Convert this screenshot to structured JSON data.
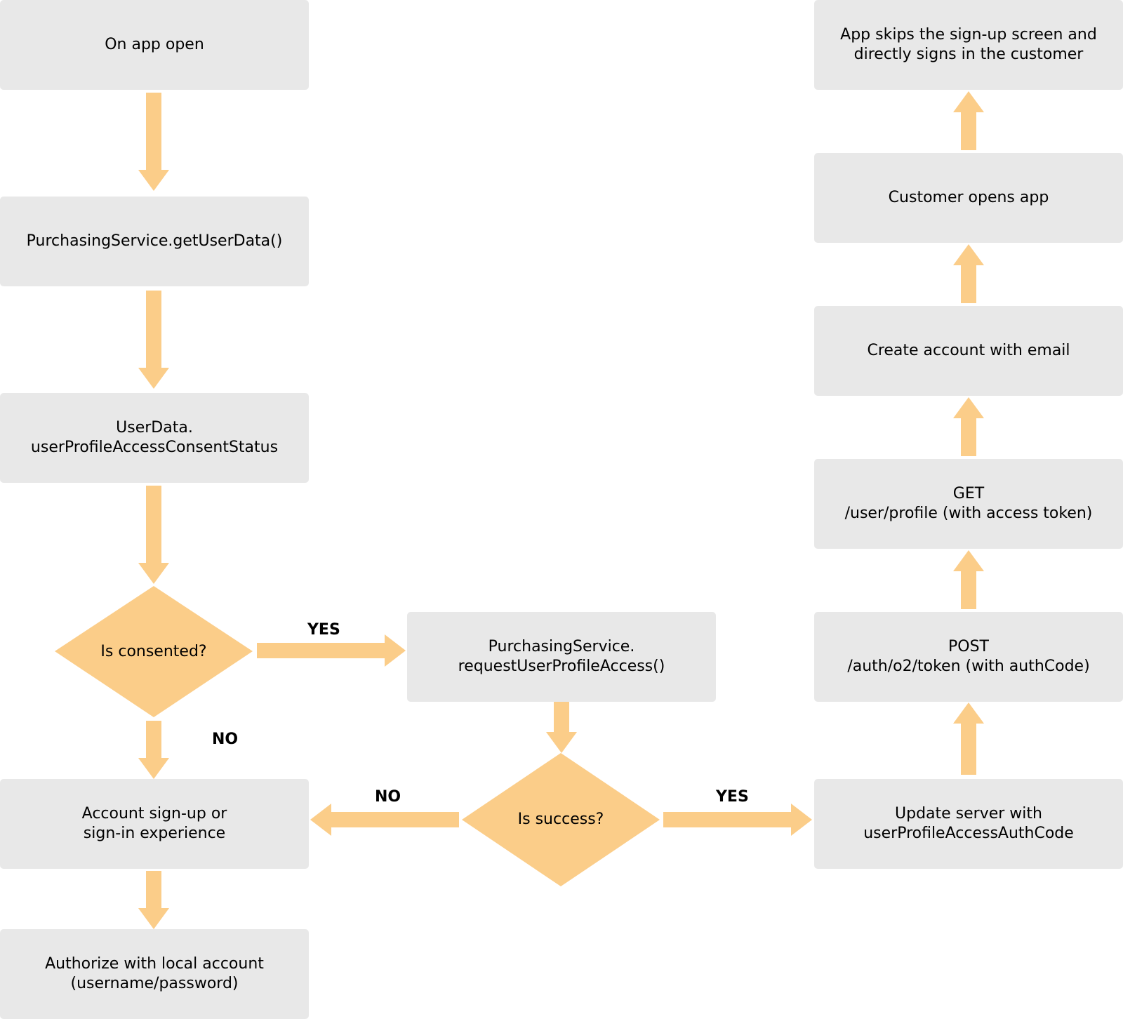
{
  "colors": {
    "box_fill": "#e8e8e8",
    "decision_fill": "#fbcd89",
    "arrow_fill": "#fbcd89"
  },
  "nodes": {
    "on_app_open": {
      "lines": [
        "On app open"
      ]
    },
    "get_user_data": {
      "lines": [
        "PurchasingService.getUserData()"
      ]
    },
    "consent_status": {
      "lines": [
        "UserData.",
        "userProfileAccessConsentStatus"
      ]
    },
    "is_consented": {
      "label": "Is consented?"
    },
    "request_access": {
      "lines": [
        "PurchasingService.",
        "requestUserProfileAccess()"
      ]
    },
    "is_success": {
      "label": "Is success?"
    },
    "account_signup": {
      "lines": [
        "Account sign-up or",
        "sign-in experience"
      ]
    },
    "authorize_local": {
      "lines": [
        "Authorize with local account",
        "(username/password)"
      ]
    },
    "update_server": {
      "lines": [
        "Update server with",
        "userProfileAccessAuthCode"
      ]
    },
    "post_token": {
      "lines": [
        "POST",
        "/auth/o2/token (with authCode)"
      ]
    },
    "get_profile": {
      "lines": [
        "GET",
        "/user/profile (with access token)"
      ]
    },
    "create_account": {
      "lines": [
        "Create account with email"
      ]
    },
    "customer_opens": {
      "lines": [
        "Customer opens app"
      ]
    },
    "app_skips": {
      "lines": [
        "App skips the sign-up screen and",
        "directly signs in the customer"
      ]
    }
  },
  "edge_labels": {
    "consented_yes": "YES",
    "consented_no": "NO",
    "success_no": "NO",
    "success_yes": "YES"
  }
}
